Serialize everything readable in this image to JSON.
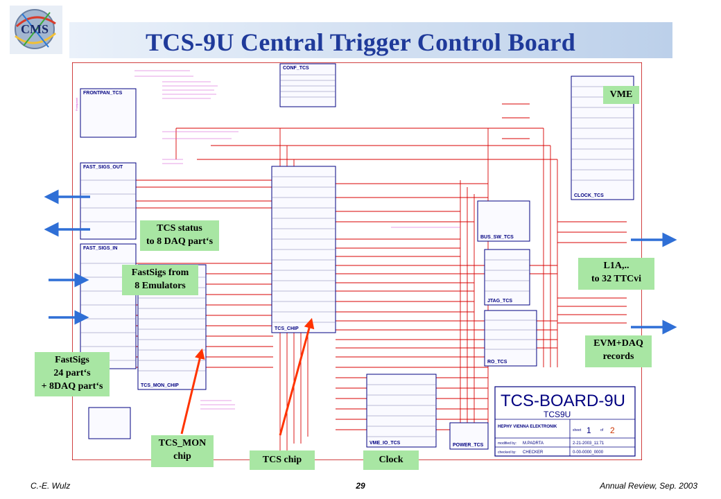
{
  "slide": {
    "title": "TCS-9U Central Trigger Control Board",
    "footer": {
      "author": "C.-E. Wulz",
      "page": "29",
      "event": "Annual Review, Sep. 2003"
    }
  },
  "callouts": {
    "vme": [
      "VME"
    ],
    "tcs_status": [
      "TCS status",
      "to 8 DAQ part‘s"
    ],
    "fastsigs_emulators": [
      "FastSigs from",
      "8 Emulators"
    ],
    "l1a": [
      "L1A,..",
      "to 32 TTCvi"
    ],
    "evm_daq": [
      "EVM+DAQ",
      "records"
    ],
    "fastsigs_parts": [
      "FastSigs",
      "24 part‘s",
      "+ 8DAQ part‘s"
    ],
    "tcs_mon": [
      "TCS_MON",
      "chip"
    ],
    "tcs_chip": [
      "TCS chip"
    ],
    "clock": [
      "Clock"
    ]
  },
  "schematic": {
    "blocks": [
      "FRONTPAN_TCS",
      "CONF_TCS",
      "FAST_SIGS_OUT",
      "FAST_SIGS_IN",
      "TCS_CHIP",
      "TCS_MON_CHIP",
      "BUS_SW_TCS",
      "JTAG_TCS",
      "RO_TCS",
      "CLOCK_TCS",
      "VME_IO_TCS",
      "POWER_TCS"
    ],
    "title_block": {
      "name": "TCS-BOARD-9U",
      "sub": "TCS9U",
      "org": "HEPHY VIENNA ELEKTRONIK",
      "sheet": "1",
      "of": "2",
      "modified_by": "M.PADRTA",
      "checked_by": "CHECKER",
      "date": "2-21-2003_11:71",
      "checked_date": "0-00-0000_0000"
    }
  },
  "colors": {
    "title": "#1f3a9a",
    "callout_bg": "#a8e6a3",
    "arrow_blue": "#2f6fd6",
    "arrow_red": "#ff3300",
    "wire_red": "#d80000",
    "block_blue": "#000080",
    "note_magenta": "#d040d0"
  }
}
